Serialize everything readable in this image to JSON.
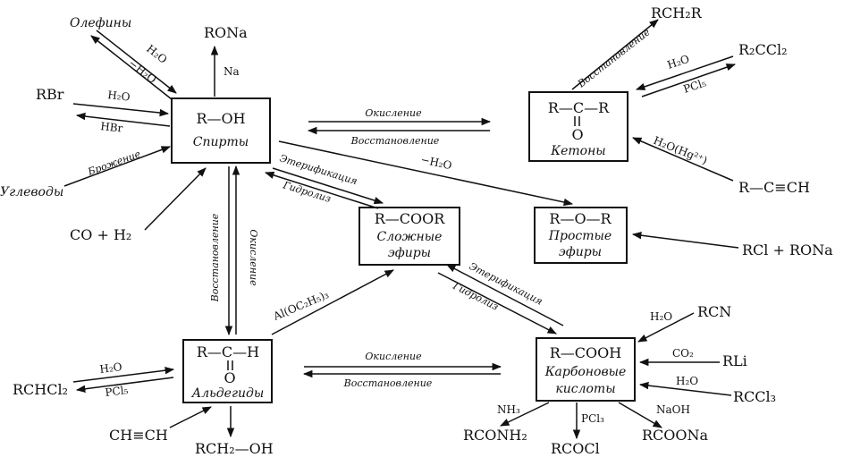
{
  "boxes": {
    "alcohols": {
      "formula": "R—OH",
      "name": "Спирты"
    },
    "ketones": {
      "formula": "R—C—R",
      "oxygen": "O",
      "name": "Кетоны"
    },
    "esters": {
      "formula": "R—COOR",
      "name1": "Сложные",
      "name2": "эфиры"
    },
    "ethers": {
      "formula": "R—O—R",
      "name1": "Простые",
      "name2": "эфиры"
    },
    "aldehydes": {
      "formula": "R—C—H",
      "oxygen": "O",
      "name": "Альдегиды"
    },
    "acids": {
      "formula": "R—COOH",
      "name1": "Карбоновые",
      "name2": "кислоты"
    }
  },
  "species": {
    "olefins": "Олефины",
    "rona_top": "RONa",
    "rbr": "RBr",
    "carbohydrates": "Углеводы",
    "co_h2": "CO + H₂",
    "rch2r": "RCH₂R",
    "r2ccl2": "R₂CCl₂",
    "rccch": "R—C≡CH",
    "rcl_rona": "RCl + RONa",
    "rchcl2": "RCHCl₂",
    "hcch": "CH≡CH",
    "rch2oh": "RCH₂—OH",
    "rcn": "RCN",
    "rli": "RLi",
    "rccl3": "RCCl₃",
    "rconh2": "RCONH₂",
    "rcocl": "RCOCl",
    "rcoona": "RCOONa"
  },
  "labels": {
    "h2o_a": "H₂O",
    "minus_h2o_a": "−H₂O",
    "na": "Na",
    "h2o_b": "H₂O",
    "hbr": "HBr",
    "fermentation": "Брожение",
    "oxidation": "Окисление",
    "reduction": "Восстановление",
    "minus_h2o_b": "−H₂O",
    "esterification": "Этерификация",
    "hydrolysis": "Гидролиз",
    "h2o_c": "H₂O",
    "pcl5_a": "PCl₅",
    "h2o_hg": "H₂O(Hg²⁺)",
    "al_oc2h5": "Al(OC₂H₅)₃",
    "h2o_d": "H₂O",
    "pcl5_b": "PCl₅",
    "h2o_e": "H₂O",
    "co2": "CO₂",
    "h2o_f": "H₂O",
    "nh3": "NH₃",
    "pcl3": "PCl₃",
    "naoh": "NaOH"
  }
}
